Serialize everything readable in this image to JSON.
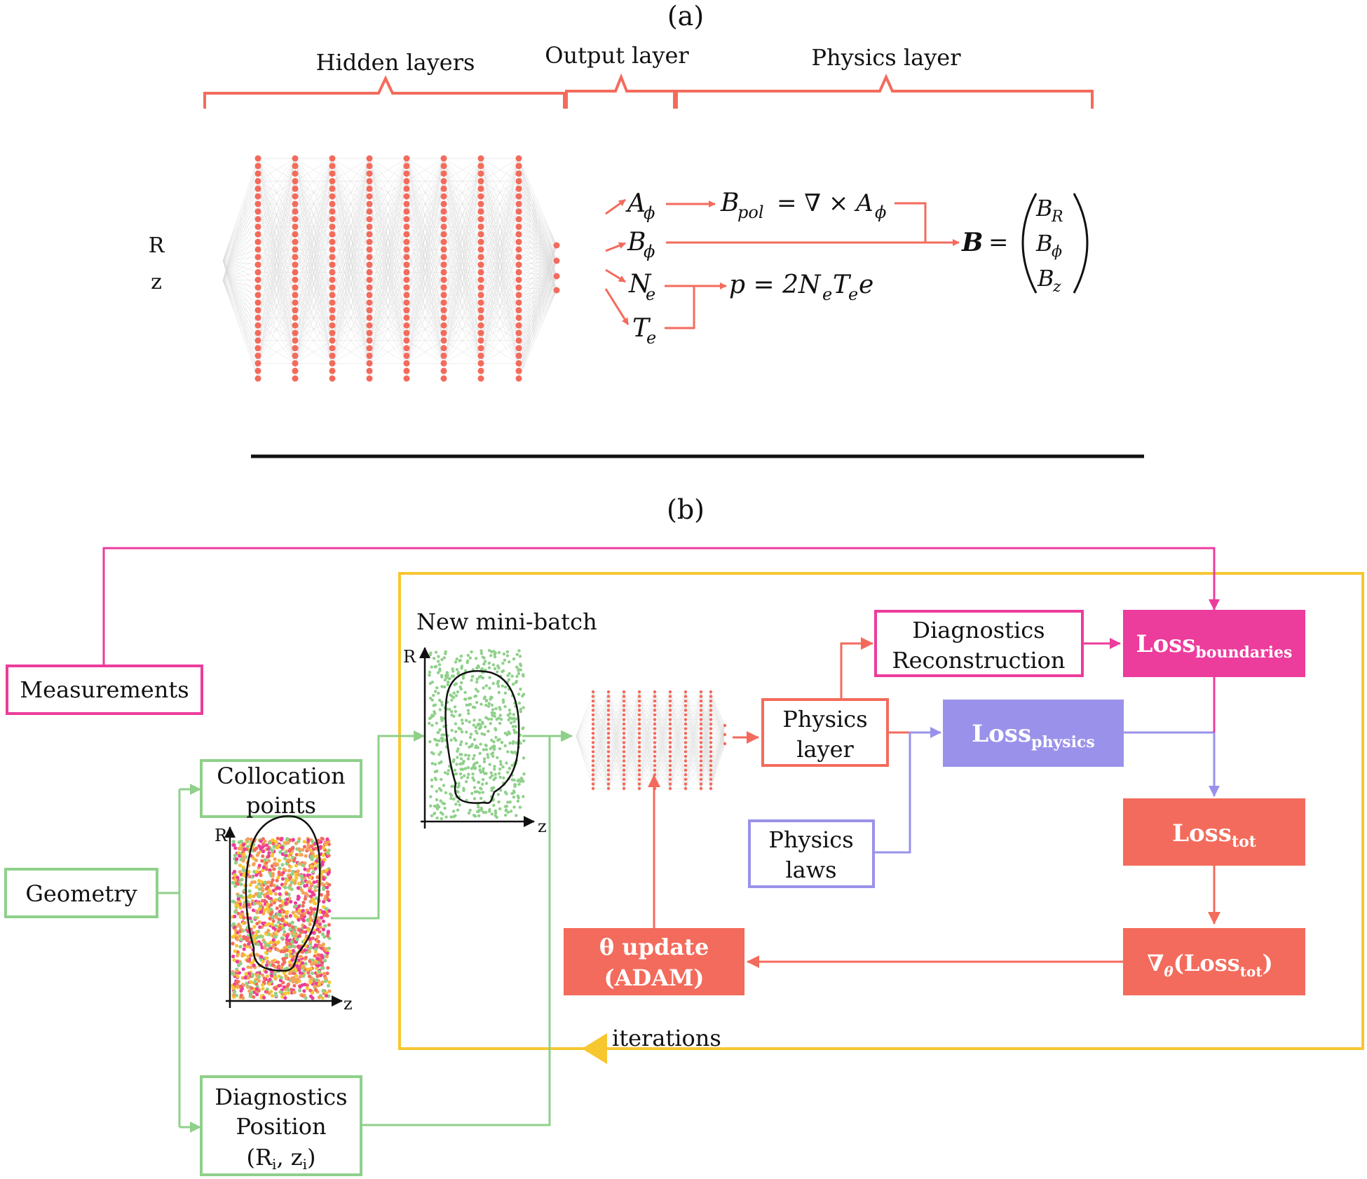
{
  "panel_a": {
    "label": "(a)",
    "brackets": {
      "hidden": "Hidden layers",
      "output": "Output layer",
      "physics": "Physics layer"
    },
    "inputs": {
      "r": "R",
      "z": "z"
    },
    "outputs": {
      "a_phi": "A",
      "b_phi": "B",
      "n_e": "N",
      "t_e": "T"
    },
    "equations": {
      "b_pol": "B",
      "b_pol_rhs": "= ∇ × A",
      "pressure": "p = 2N",
      "b_vec": "B",
      "b_eq": "=",
      "b_r": "B",
      "b_phi": "B",
      "b_z": "B"
    },
    "subscripts": {
      "phi": "ϕ",
      "pol": "pol",
      "e": "e",
      "r": "R",
      "z": "z"
    },
    "pressure_parts": {
      "t": "T",
      "e": "e"
    }
  },
  "panel_b": {
    "label": "(b)",
    "measurements": "Measurements",
    "geometry": "Geometry",
    "collocation": {
      "line1": "Collocation",
      "line2": "points"
    },
    "diagnostics_position": {
      "line1": "Diagnostics",
      "line2": "Position",
      "line3": "(R",
      "line3_sub1": "i",
      "line3_mid": ", z",
      "line3_sub2": "i",
      "line3_end": ")"
    },
    "new_mini_batch": "New mini-batch",
    "physics_layer": {
      "line1": "Physics",
      "line2": "layer"
    },
    "diagnostics_reconstruction": {
      "line1": "Diagnostics",
      "line2": "Reconstruction"
    },
    "physics_laws": {
      "line1": "Physics",
      "line2": "laws"
    },
    "loss_boundaries": {
      "main": "Loss",
      "sub": "boundaries"
    },
    "loss_physics": {
      "main": "Loss",
      "sub": "physics"
    },
    "loss_tot": {
      "main": "Loss",
      "sub": "tot"
    },
    "grad": {
      "pre": "∇",
      "theta": "θ",
      "main": "(Loss",
      "sub": "tot",
      "end": ")"
    },
    "theta_update": {
      "line1": "θ update",
      "line2": "(ADAM)"
    },
    "iterations": "iterations",
    "axis_r": "R",
    "axis_z": "z"
  },
  "colors": {
    "salmon": "#f36b5c",
    "magenta": "#ec3c9c",
    "lavender": "#9a92ea",
    "green": "#8fd08a",
    "yellow": "#f7c730",
    "gray": "#9a9a9a"
  }
}
